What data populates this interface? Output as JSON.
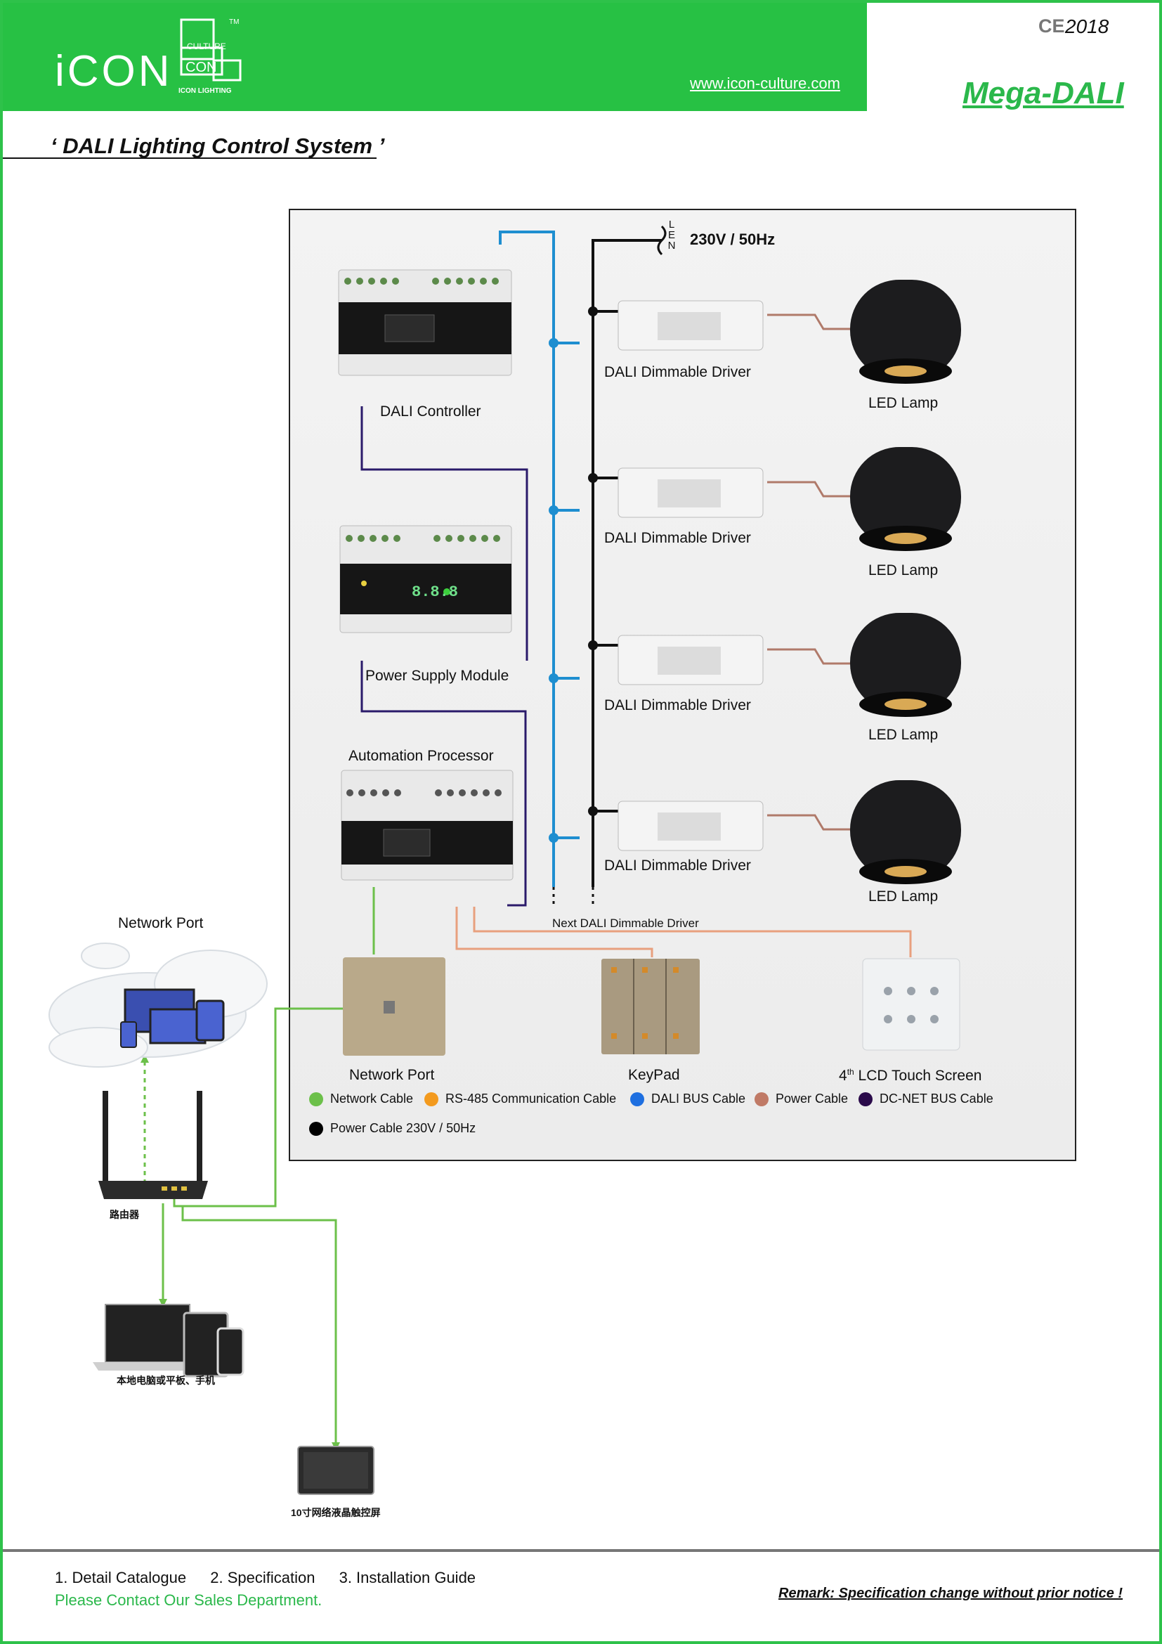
{
  "header": {
    "brand": "iCON",
    "logo_lines": [
      "CULTURE",
      "CON",
      "ICON LIGHTING"
    ],
    "trademark": "TM",
    "url": "www.icon-culture.com",
    "ce_mark": "CE",
    "year": "2018",
    "product": "Mega-DALI"
  },
  "section_title": "‘ DALI Lighting Control System ’",
  "diagram": {
    "mains_lines": [
      "L",
      "E",
      "N"
    ],
    "mains_label": "230V / 50Hz",
    "devices": {
      "dali_controller": "DALI Controller",
      "power_supply": "Power Supply Module",
      "automation": "Automation Processor",
      "network_port": "Network Port",
      "keypad": "KeyPad",
      "touch_screen_sup": "th",
      "touch_screen_prefix": "4",
      "touch_screen": "LCD Touch Screen",
      "next_driver": "Next DALI Dimmable Driver",
      "psu_display": "8.8.8"
    },
    "drivers": [
      {
        "label": "DALI Dimmable Driver",
        "lamp": "LED Lamp"
      },
      {
        "label": "DALI Dimmable Driver",
        "lamp": "LED Lamp"
      },
      {
        "label": "DALI Dimmable Driver",
        "lamp": "LED Lamp"
      },
      {
        "label": "DALI Dimmable Driver",
        "lamp": "LED Lamp"
      }
    ],
    "legend": [
      {
        "label": "Network Cable",
        "color": "#6cc04a"
      },
      {
        "label": "RS-485 Communication Cable",
        "color": "#f39a1e"
      },
      {
        "label": "DALI BUS Cable",
        "color": "#1e6fe0"
      },
      {
        "label": "Power Cable",
        "color": "#c07a66"
      },
      {
        "label": "DC-NET BUS Cable",
        "color": "#2a0a4a"
      },
      {
        "label": "Power Cable 230V / 50Hz",
        "color": "#000000"
      }
    ]
  },
  "network": {
    "cloud_label": "Network Port",
    "router_label": "路由器",
    "devices_label": "本地电脑或平板、手机",
    "panel_label": "10寸网络液晶触控屏"
  },
  "footer": {
    "links": [
      "1. Detail Catalogue",
      "2. Specification",
      "3. Installation Guide"
    ],
    "contact": "Please Contact Our Sales Department.",
    "remark": "Remark: Specification change without prior notice !"
  }
}
